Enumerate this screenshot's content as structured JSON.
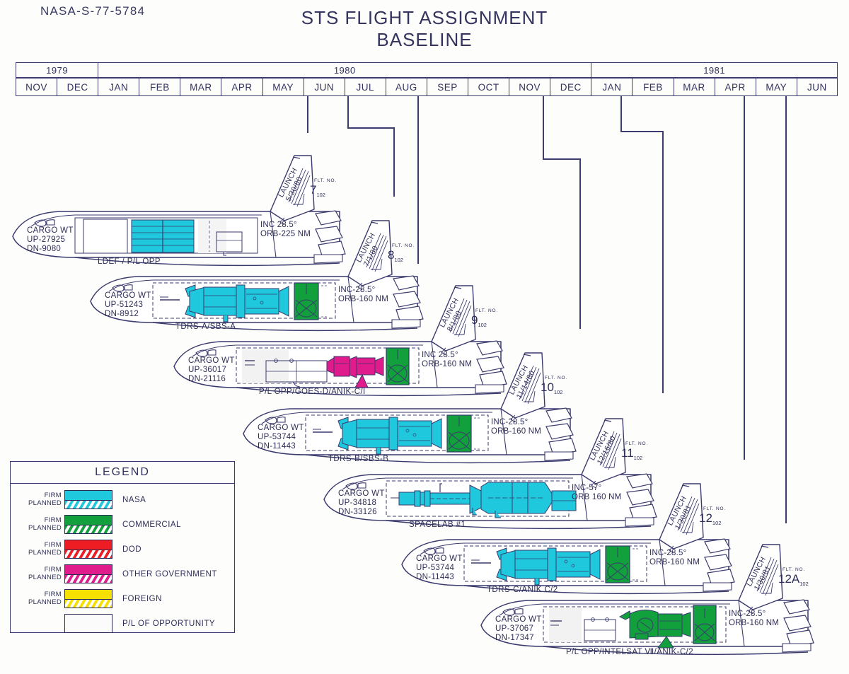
{
  "document": {
    "doc_id": "NASA-S-77-5784",
    "title_line1": "STS FLIGHT ASSIGNMENT",
    "title_line2": "BASELINE"
  },
  "timeline": {
    "years": [
      {
        "label": "1979",
        "span": 2
      },
      {
        "label": "1980",
        "span": 12
      },
      {
        "label": "1981",
        "span": 6
      }
    ],
    "months": [
      "NOV",
      "DEC",
      "JAN",
      "FEB",
      "MAR",
      "APR",
      "MAY",
      "JUN",
      "JUL",
      "AUG",
      "SEP",
      "OCT",
      "NOV",
      "DEC",
      "JAN",
      "FEB",
      "MAR",
      "APR",
      "MAY",
      "JUN"
    ]
  },
  "flights": [
    {
      "flt_no_caption": "FLT. NO.",
      "flt_no": "7",
      "orbiter": "102",
      "launch": "LAUNCH\n5/30/80",
      "launch_date": "5/30/80",
      "inclination": "INC 28.5°",
      "orbit": "ORB-225 NM",
      "cargo_wt_caption": "CARGO WT",
      "cargo_up": "UP-27925",
      "cargo_dn": "DN-9080",
      "payload": "LDEF / P/L OPP",
      "payload_categories": [
        "NASA"
      ]
    },
    {
      "flt_no_caption": "FLT. NO.",
      "flt_no": "8",
      "orbiter": "102",
      "launch": "LAUNCH\n7/1/80",
      "launch_date": "7/1/80",
      "inclination": "INC-28.5°",
      "orbit": "ORB-160 NM",
      "cargo_wt_caption": "CARGO WT",
      "cargo_up": "UP-51243",
      "cargo_dn": "DN-8912",
      "payload": "TDRS-A/SBS-A",
      "payload_categories": [
        "NASA",
        "COMMERCIAL"
      ]
    },
    {
      "flt_no_caption": "FLT. NO.",
      "flt_no": "9",
      "orbiter": "102",
      "launch": "LAUNCH\n8/1/80",
      "launch_date": "8/1/80",
      "inclination": "INC 28.5°",
      "orbit": "ORB-160 NM",
      "cargo_wt_caption": "CARGO WT",
      "cargo_up": "UP-36017",
      "cargo_dn": "DN-21116",
      "payload": "P/L OPP/GOES-D/ANIK-C/I",
      "payload_categories": [
        "OTHER GOVERNMENT",
        "COMMERCIAL"
      ]
    },
    {
      "flt_no_caption": "FLT. NO.",
      "flt_no": "10",
      "orbiter": "102",
      "launch": "LAUNCH\n11/14/80",
      "launch_date": "11/14/80",
      "inclination": "INC-28.5°",
      "orbit": "ORB-160 NM",
      "cargo_wt_caption": "CARGO WT",
      "cargo_up": "UP-53744",
      "cargo_dn": "DN-11443",
      "payload": "TDRS-B/SBS-B",
      "payload_categories": [
        "NASA",
        "COMMERCIAL"
      ]
    },
    {
      "flt_no_caption": "FLT. NO.",
      "flt_no": "11",
      "orbiter": "102",
      "launch": "LAUNCH\n12/16/80",
      "launch_date": "12/16/80",
      "inclination": "INC-57°",
      "orbit": "ORB 160 NM",
      "cargo_wt_caption": "CARGO WT",
      "cargo_up": "UP-34818",
      "cargo_dn": "DN-33126",
      "payload": "SPACELAB #1",
      "payload_categories": [
        "NASA"
      ]
    },
    {
      "flt_no_caption": "FLT. NO.",
      "flt_no": "12",
      "orbiter": "102",
      "launch": "LAUNCH\n1/30/81",
      "launch_date": "1/30/81",
      "inclination": "INC-28.5°",
      "orbit": "ORB-160 NM",
      "cargo_wt_caption": "CARGO WT",
      "cargo_up": "UP-53744",
      "cargo_dn": "DN-11443",
      "payload": "TDRS-C/ANIK C/2",
      "payload_categories": [
        "NASA",
        "COMMERCIAL"
      ]
    },
    {
      "flt_no_caption": "FLT. NO.",
      "flt_no": "12A",
      "orbiter": "102",
      "launch": "LAUNCH\n1/30/81",
      "launch_date": "1/30/81",
      "inclination": "INC-28.5°",
      "orbit": "ORB-160 NM",
      "cargo_wt_caption": "CARGO WT",
      "cargo_up": "UP-37067",
      "cargo_dn": "DN-17347",
      "payload": "P/L OPP/INTELSAT Ⅶ/ANIK-C/2",
      "payload_categories": [
        "COMMERCIAL"
      ]
    }
  ],
  "legend": {
    "title": "LEGEND",
    "firm_label": "FIRM",
    "planned_label": "PLANNED",
    "items": [
      {
        "label": "NASA",
        "color": "#1fc8dc"
      },
      {
        "label": "COMMERCIAL",
        "color": "#11a03c"
      },
      {
        "label": "DOD",
        "color": "#ee1d23"
      },
      {
        "label": "OTHER GOVERNMENT",
        "color": "#e01b8c"
      },
      {
        "label": "FOREIGN",
        "color": "#f5e000"
      }
    ],
    "opportunity_label": "P/L OF OPPORTUNITY",
    "opportunity_color": "#fbfbfb"
  },
  "colors": {
    "ink": "#3a3a6e",
    "nasa": "#1fc8dc",
    "commercial": "#11a03c",
    "dod": "#ee1d23",
    "other_government": "#e01b8c",
    "foreign": "#f5e000",
    "paper": "#fdfdfc"
  }
}
